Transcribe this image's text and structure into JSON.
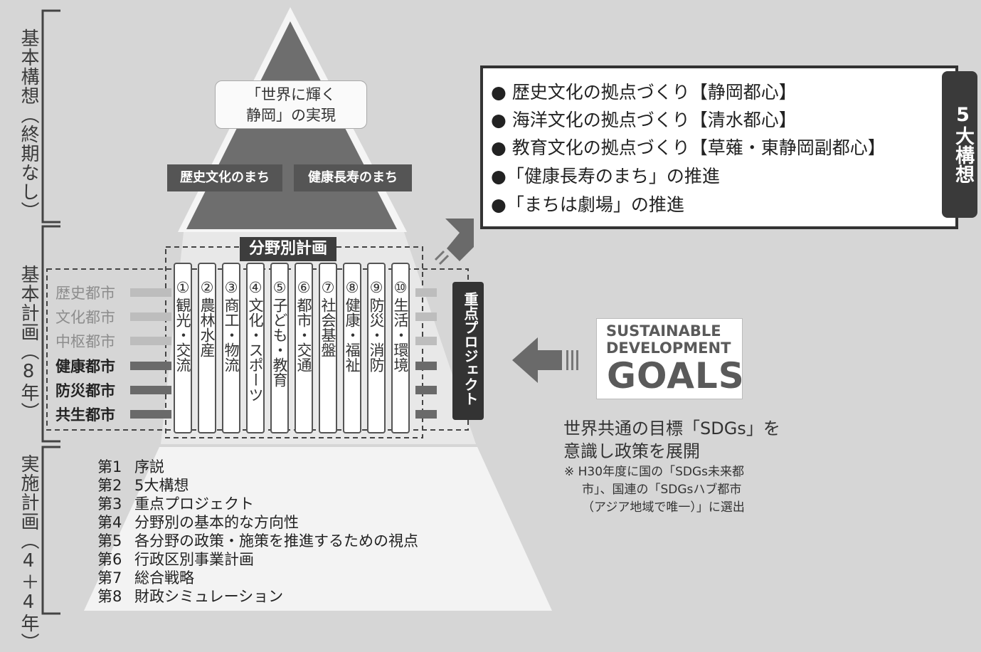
{
  "side_labels": {
    "kihon_kousou": "基本構想（終期なし）",
    "kihon_keikaku": "基本計画（8年）",
    "jisshi_keikaku": "実施計画（4＋4年）"
  },
  "pyramid_top": {
    "line1": "「世界に輝く",
    "line2": "静岡」の実現",
    "tag_left": "歴史文化のまち",
    "tag_right": "健康長寿のまち"
  },
  "field_plan": {
    "title": "分野別計画",
    "columns": [
      {
        "num": "①",
        "text": "観光・交流"
      },
      {
        "num": "②",
        "text": "農林水産"
      },
      {
        "num": "③",
        "text": "商工・物流"
      },
      {
        "num": "④",
        "text": "文化・スポーツ"
      },
      {
        "num": "⑤",
        "text": "子ども・教育"
      },
      {
        "num": "⑥",
        "text": "都市・交通"
      },
      {
        "num": "⑦",
        "text": "社会基盤"
      },
      {
        "num": "⑧",
        "text": "健康・福祉"
      },
      {
        "num": "⑨",
        "text": "防災・消防"
      },
      {
        "num": "⑩",
        "text": "生活・環境"
      }
    ]
  },
  "cities": [
    "歴史都市",
    "文化都市",
    "中枢都市",
    "健康都市",
    "防災都市",
    "共生都市"
  ],
  "priority_project": "重点プロジェクト",
  "chapters": [
    {
      "num": "第1",
      "title": "序説"
    },
    {
      "num": "第2",
      "title": "5大構想"
    },
    {
      "num": "第3",
      "title": "重点プロジェクト"
    },
    {
      "num": "第4",
      "title": "分野別の基本的な方向性"
    },
    {
      "num": "第5",
      "title": "各分野の政策・施策を推進するための視点"
    },
    {
      "num": "第6",
      "title": "行政区別事業計画"
    },
    {
      "num": "第7",
      "title": "総合戦略"
    },
    {
      "num": "第8",
      "title": "財政シミュレーション"
    }
  ],
  "five_concepts": {
    "tab": "5大構想",
    "items": [
      "● 歴史文化の拠点づくり【静岡都心】",
      "● 海洋文化の拠点づくり【清水都心】",
      "● 教育文化の拠点づくり【草薙・東静岡副都心】",
      "●「健康長寿のまち」の推進",
      "●「まちは劇場」の推進"
    ]
  },
  "sdgs": {
    "logo_line1": "SUSTAINABLE",
    "logo_line2": "DEVELOPMENT",
    "logo_line3": "GOALS",
    "caption_line1": "世界共通の目標「SDGs」を",
    "caption_line2": "意識し政策を展開",
    "note_line1": "※ H30年度に国の「SDGs未来都",
    "note_line2": "市」、国連の「SDGsハブ都市",
    "note_line3": "（アジア地域で唯一）」に選出"
  }
}
